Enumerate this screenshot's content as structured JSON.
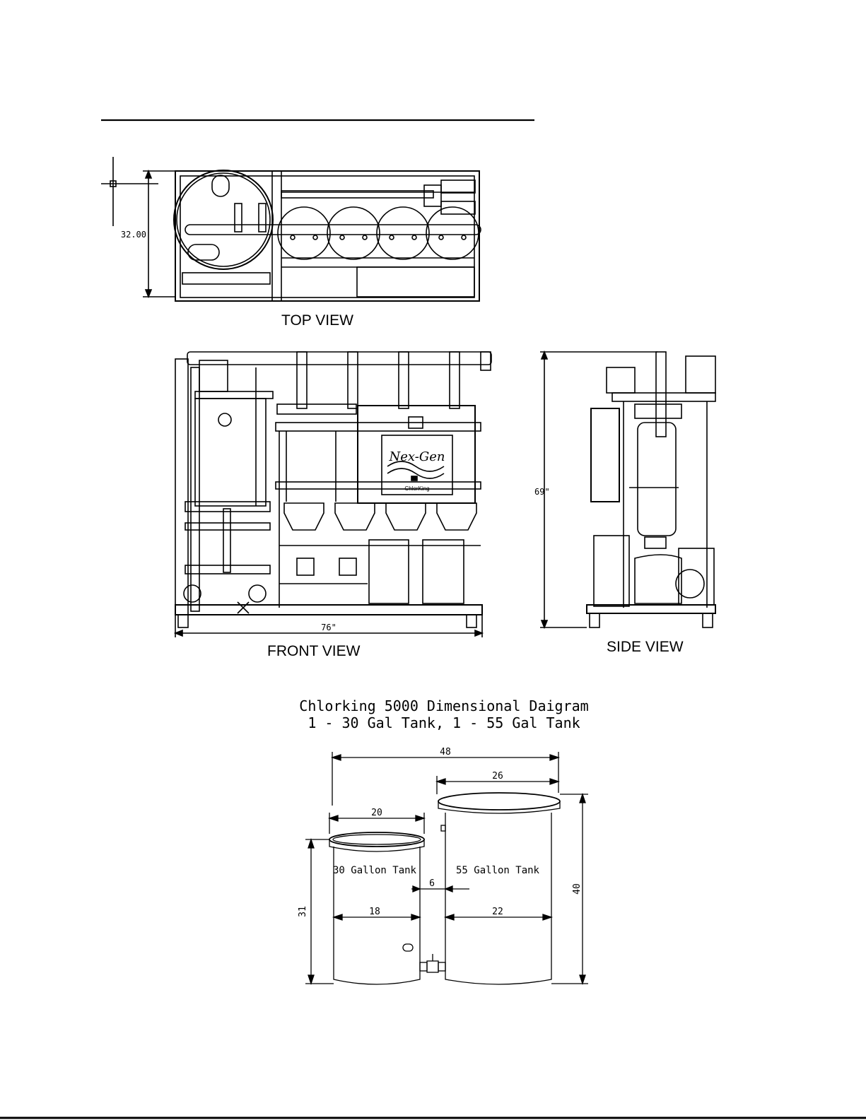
{
  "views": {
    "top_label": "TOP VIEW",
    "front_label": "FRONT VIEW",
    "side_label": "SIDE VIEW"
  },
  "dimensions": {
    "top_depth": "32.00",
    "front_width": "76\"",
    "side_height": "69\""
  },
  "panel": {
    "brand": "Nex-Gen",
    "sub": "ChlorKing"
  },
  "tank_diagram": {
    "title_line1": "Chlorking 5000 Dimensional Daigram",
    "title_line2": "1 - 30 Gal Tank, 1 - 55 Gal Tank",
    "tank_small_label": "30 Gallon Tank",
    "tank_large_label": "55 Gallon Tank",
    "dim_overall_width": "48",
    "dim_large_lid": "26",
    "dim_small_lid": "20",
    "dim_small_body": "18",
    "dim_large_body": "22",
    "dim_gap": "6",
    "dim_small_height": "31",
    "dim_large_height": "40"
  }
}
